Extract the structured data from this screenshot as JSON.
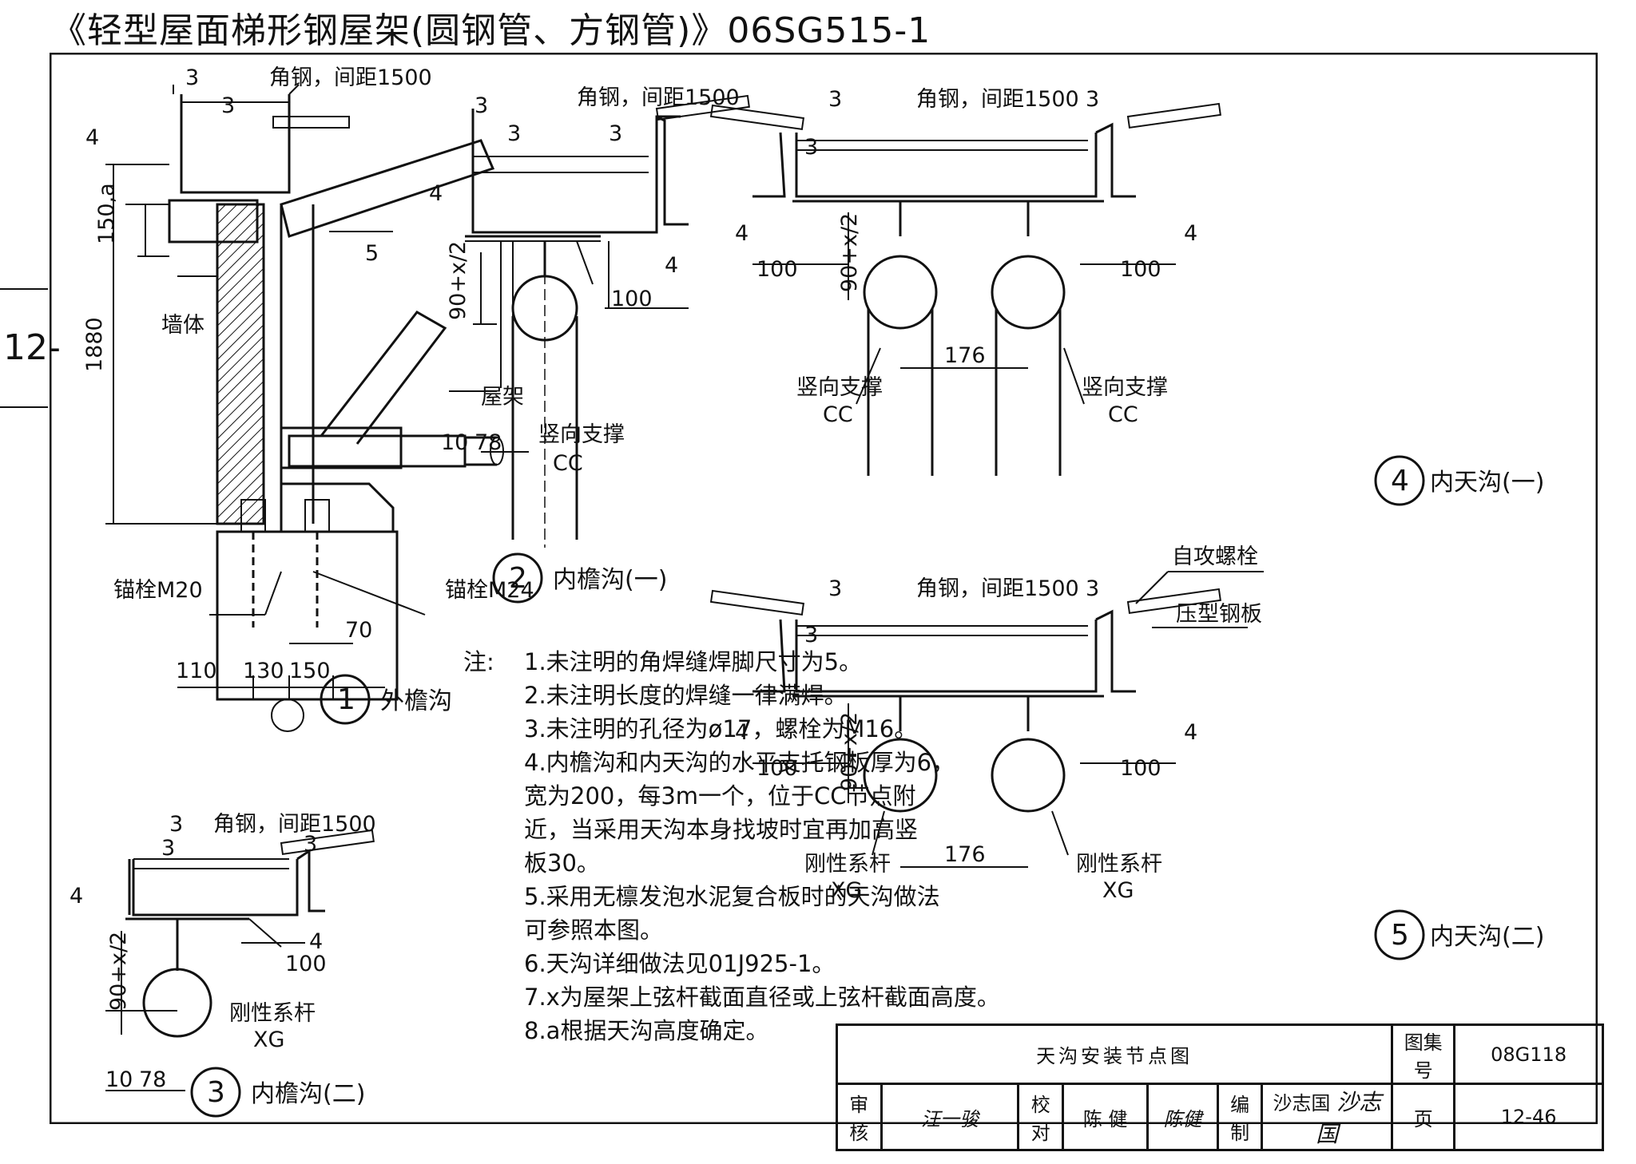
{
  "header": {
    "title": "《轻型屋面梯形钢屋架(圆钢管、方钢管)》06SG515-1",
    "side_mark": "12-"
  },
  "detail1": {
    "num": "1",
    "name": "外檐沟",
    "angle_label": "角钢，间距1500",
    "weld_3": "3",
    "weld_3b": "3",
    "weld_4": "4",
    "weld_5": "5",
    "dim_150a": "150,a",
    "dim_1880": "1880",
    "wall": "墙体",
    "truss": "屋架",
    "bolt_m20": "锚栓M20",
    "bolt_m24": "锚栓M24",
    "dim_70": "70",
    "dim_110": "110",
    "dim_130": "130",
    "dim_150": "150"
  },
  "detail2": {
    "num": "2",
    "name": "内檐沟(一)",
    "angle_label": "角钢，间距1500",
    "weld_3": "3",
    "weld_3b": "3",
    "weld_3c": "3",
    "weld_4a": "4",
    "weld_4b": "4",
    "dim_90x": "90+x/2",
    "dim_100": "100",
    "dim_10": "10",
    "dim_78": "78",
    "brace": "竖向支撑",
    "brace_code": "CC"
  },
  "detail3": {
    "num": "3",
    "name": "内檐沟(二)",
    "angle_label": "角钢，间距1500",
    "weld_3": "3",
    "weld_3b": "3",
    "weld_3c": "3",
    "weld_4a": "4",
    "weld_4b": "4",
    "dim_90x": "90+x/2",
    "dim_100": "100",
    "dim_10": "10",
    "dim_78": "78",
    "tie": "刚性系杆",
    "tie_code": "XG"
  },
  "detail4": {
    "num": "4",
    "name": "内天沟(一)",
    "angle_label": "角钢，间距1500",
    "weld_3a": "3",
    "weld_3b": "3",
    "weld_3c": "3",
    "weld_4a": "4",
    "weld_4b": "4",
    "dim_100a": "100",
    "dim_100b": "100",
    "dim_90x": "90+x/2",
    "dim_176": "176",
    "brace": "竖向支撑",
    "brace_code": "CC"
  },
  "detail5": {
    "num": "5",
    "name": "内天沟(二)",
    "angle_label": "角钢，间距1500",
    "screw": "自攻螺栓",
    "steel_plate": "压型钢板",
    "weld_3a": "3",
    "weld_3b": "3",
    "weld_3c": "3",
    "weld_4a": "4",
    "weld_4b": "4",
    "dim_100a": "100",
    "dim_100b": "100",
    "dim_90x": "90+x/2",
    "dim_176": "176",
    "tie": "刚性系杆",
    "tie_code": "XG"
  },
  "notes": {
    "label": "注:",
    "items": [
      "1.未注明的角焊缝焊脚尺寸为5。",
      "2.未注明长度的焊缝一律满焊。",
      "3.未注明的孔径为ø17，螺栓为M16。",
      "4.内檐沟和内天沟的水平支托钢板厚为6，\n宽为200，每3m一个，位于CC节点附\n近，当采用天沟本身找坡时宜再加高竖\n板30。",
      "5.采用无檩发泡水泥复合板时的天沟做法\n可参照本图。",
      "6.天沟详细做法见01J925-1。",
      "7.x为屋架上弦杆截面直径或上弦杆截面高度。",
      "8.a根据天沟高度确定。"
    ]
  },
  "title_block": {
    "title": "天沟安装节点图",
    "atlas_label": "图集号",
    "atlas_no": "08G118",
    "review_label": "审核",
    "review_sig": "汪一骏",
    "check_label": "校对",
    "check_name": "陈 健",
    "check_sig": "陈健",
    "draw_label": "编制",
    "draw_name": "沙志国",
    "draw_sig": "沙志国",
    "page_label": "页",
    "page_no": "12-46"
  }
}
